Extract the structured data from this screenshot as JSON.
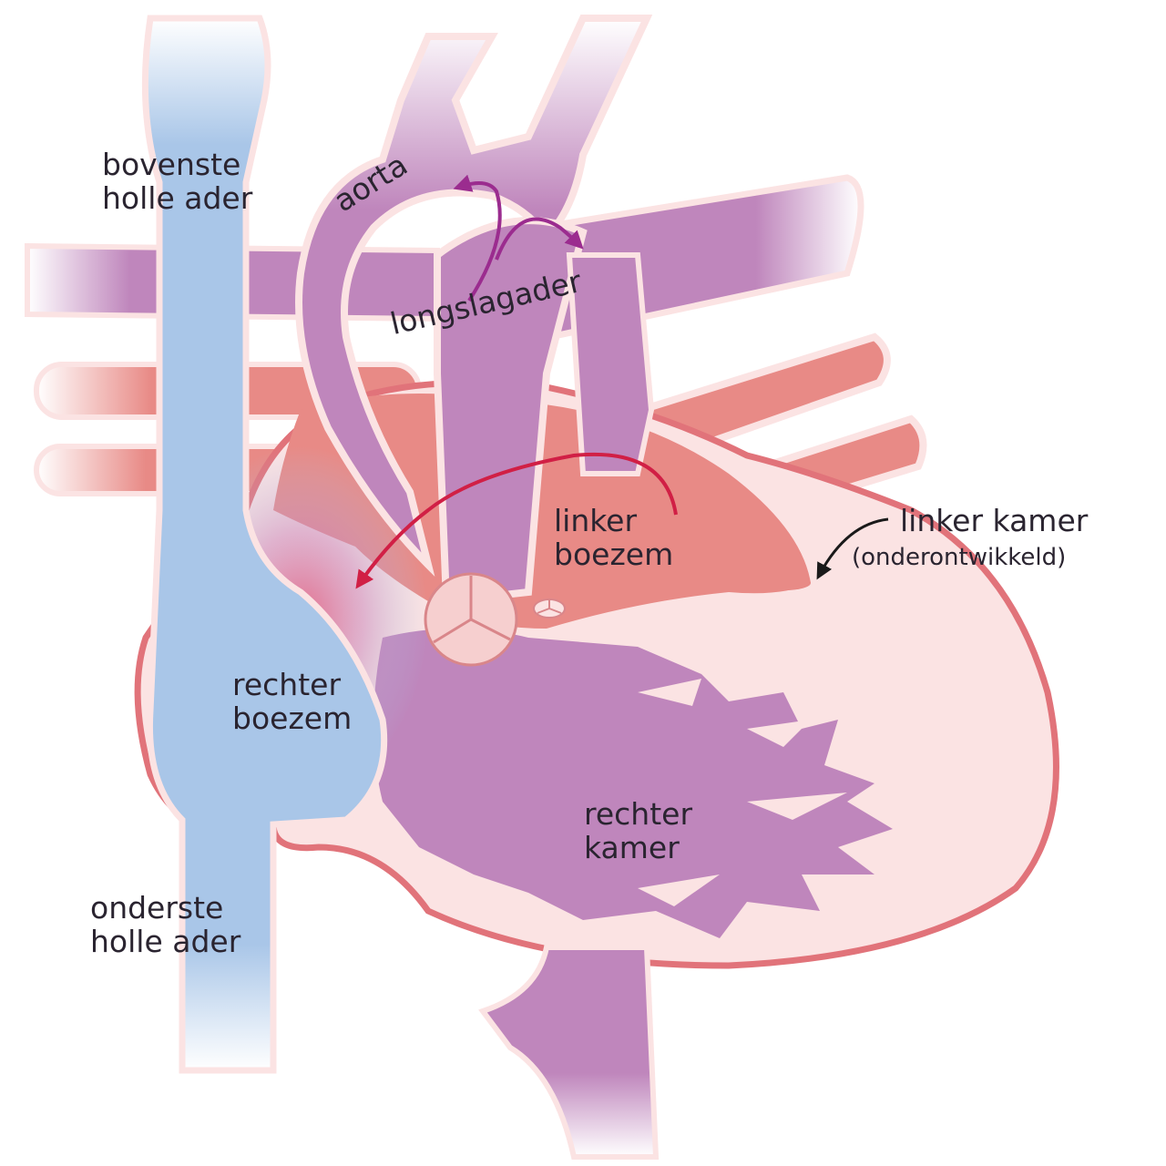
{
  "labels": {
    "superior_vena_cava": [
      "bovenste",
      "holle ader"
    ],
    "aorta": "aorta",
    "pulmonary_artery": "longslagader",
    "left_atrium": [
      "linker",
      "boezem"
    ],
    "left_ventricle": "linker kamer",
    "left_ventricle_note": "(onderontwikkeld)",
    "right_atrium": [
      "rechter",
      "boezem"
    ],
    "right_ventricle": [
      "rechter",
      "kamer"
    ],
    "inferior_vena_cava": [
      "onderste",
      "holle ader"
    ]
  },
  "colors": {
    "vena_cava_blue": "#a9c6e8",
    "deoxygenated_purple": "#bf86bc",
    "oxygenated_red": "#e88a86",
    "heart_wall": "#fbe3e3",
    "heart_outline": "#e1737a",
    "arrow_red": "#d11f45",
    "arrow_purple": "#9b2c8f",
    "text": "#2a2430"
  }
}
